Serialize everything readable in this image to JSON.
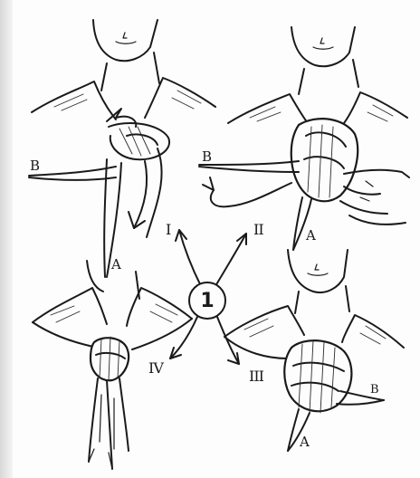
{
  "diagram": {
    "step_number": "1",
    "steps": [
      "I",
      "II",
      "III",
      "IV"
    ],
    "end_labels": {
      "step1": {
        "a": "A",
        "b": "B"
      },
      "step2": {
        "a": "A",
        "b": "B"
      },
      "step3": {
        "a": "A",
        "b": "B"
      }
    }
  }
}
